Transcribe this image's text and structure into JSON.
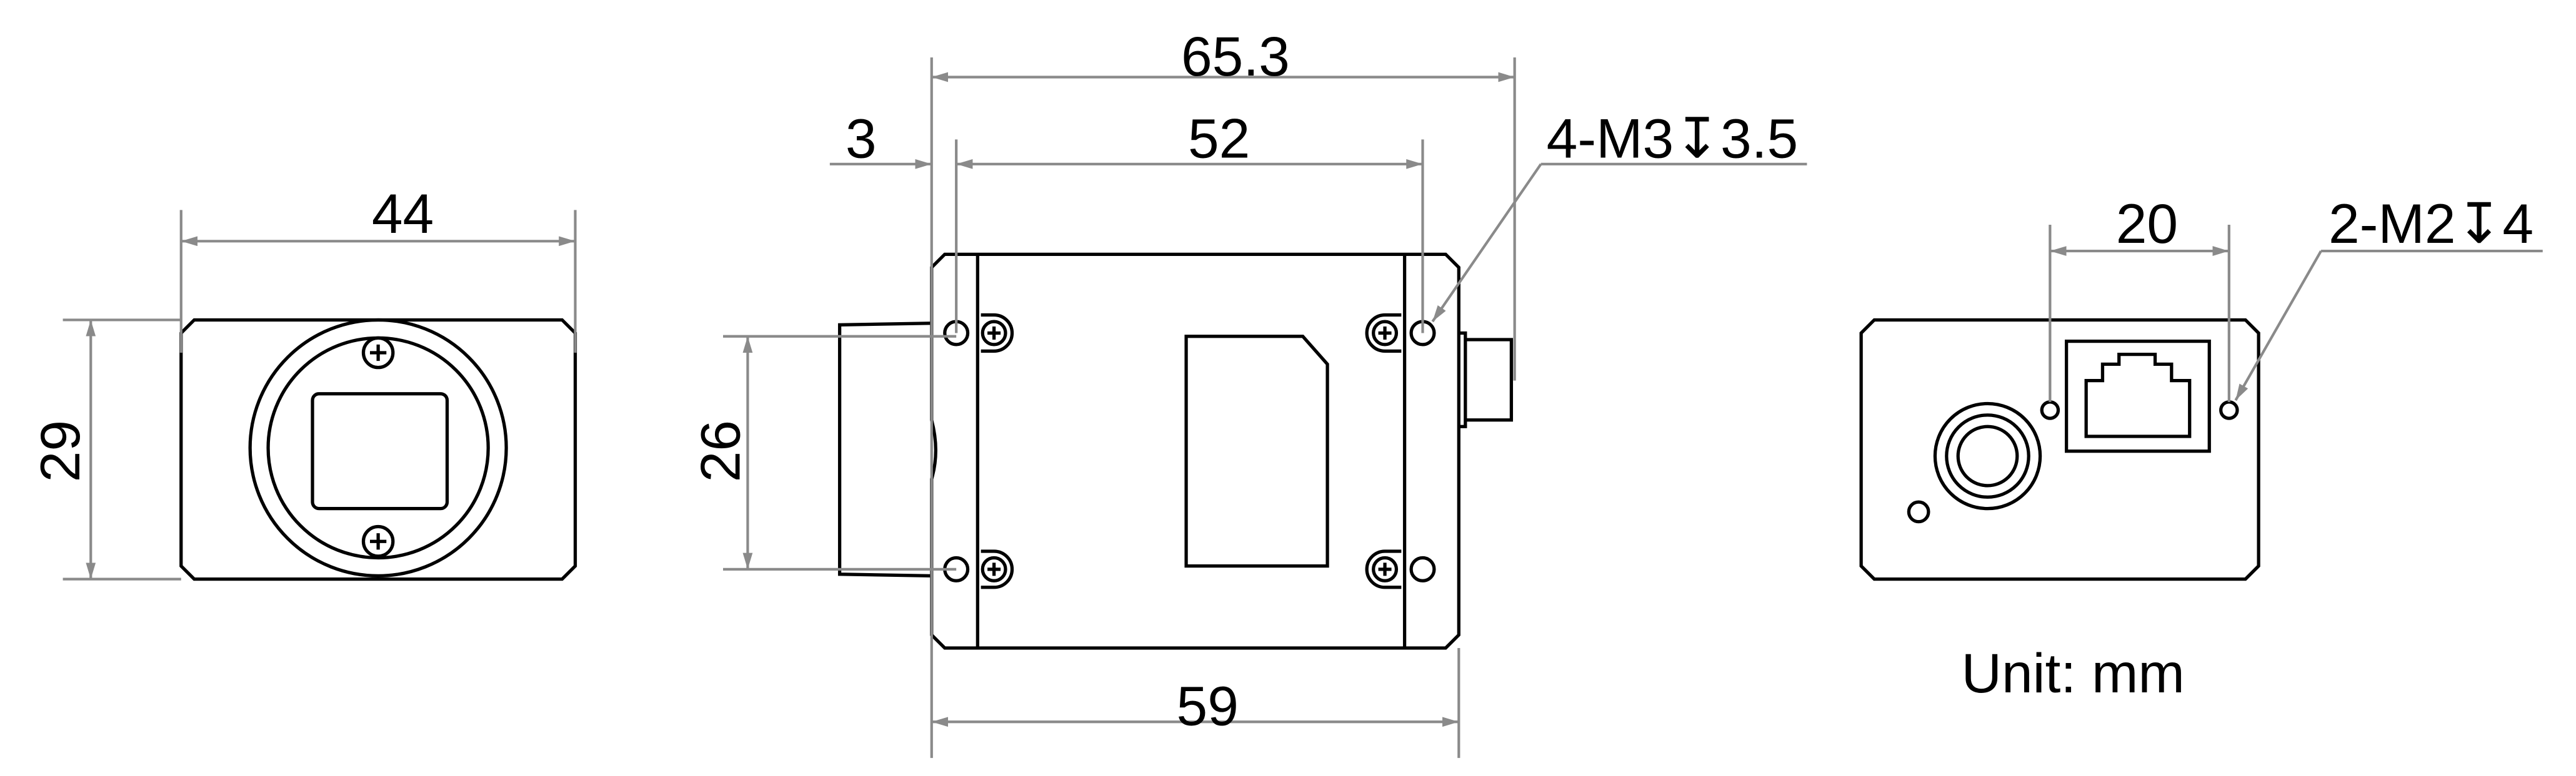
{
  "front_view": {
    "width_label": "44",
    "height_label": "29"
  },
  "side_view": {
    "overall_length_label": "65.3",
    "flange_label": "3",
    "hole_spacing_label": "52",
    "hole_note": "4-M3↧3.5",
    "hole_height_label": "26",
    "body_length_label": "59"
  },
  "rear_view": {
    "hole_spacing_label": "20",
    "hole_note": "2-M2↧4"
  },
  "unit_note": "Unit: mm",
  "colors": {
    "outline": "#000000",
    "dimension": "#8a8a8a"
  }
}
